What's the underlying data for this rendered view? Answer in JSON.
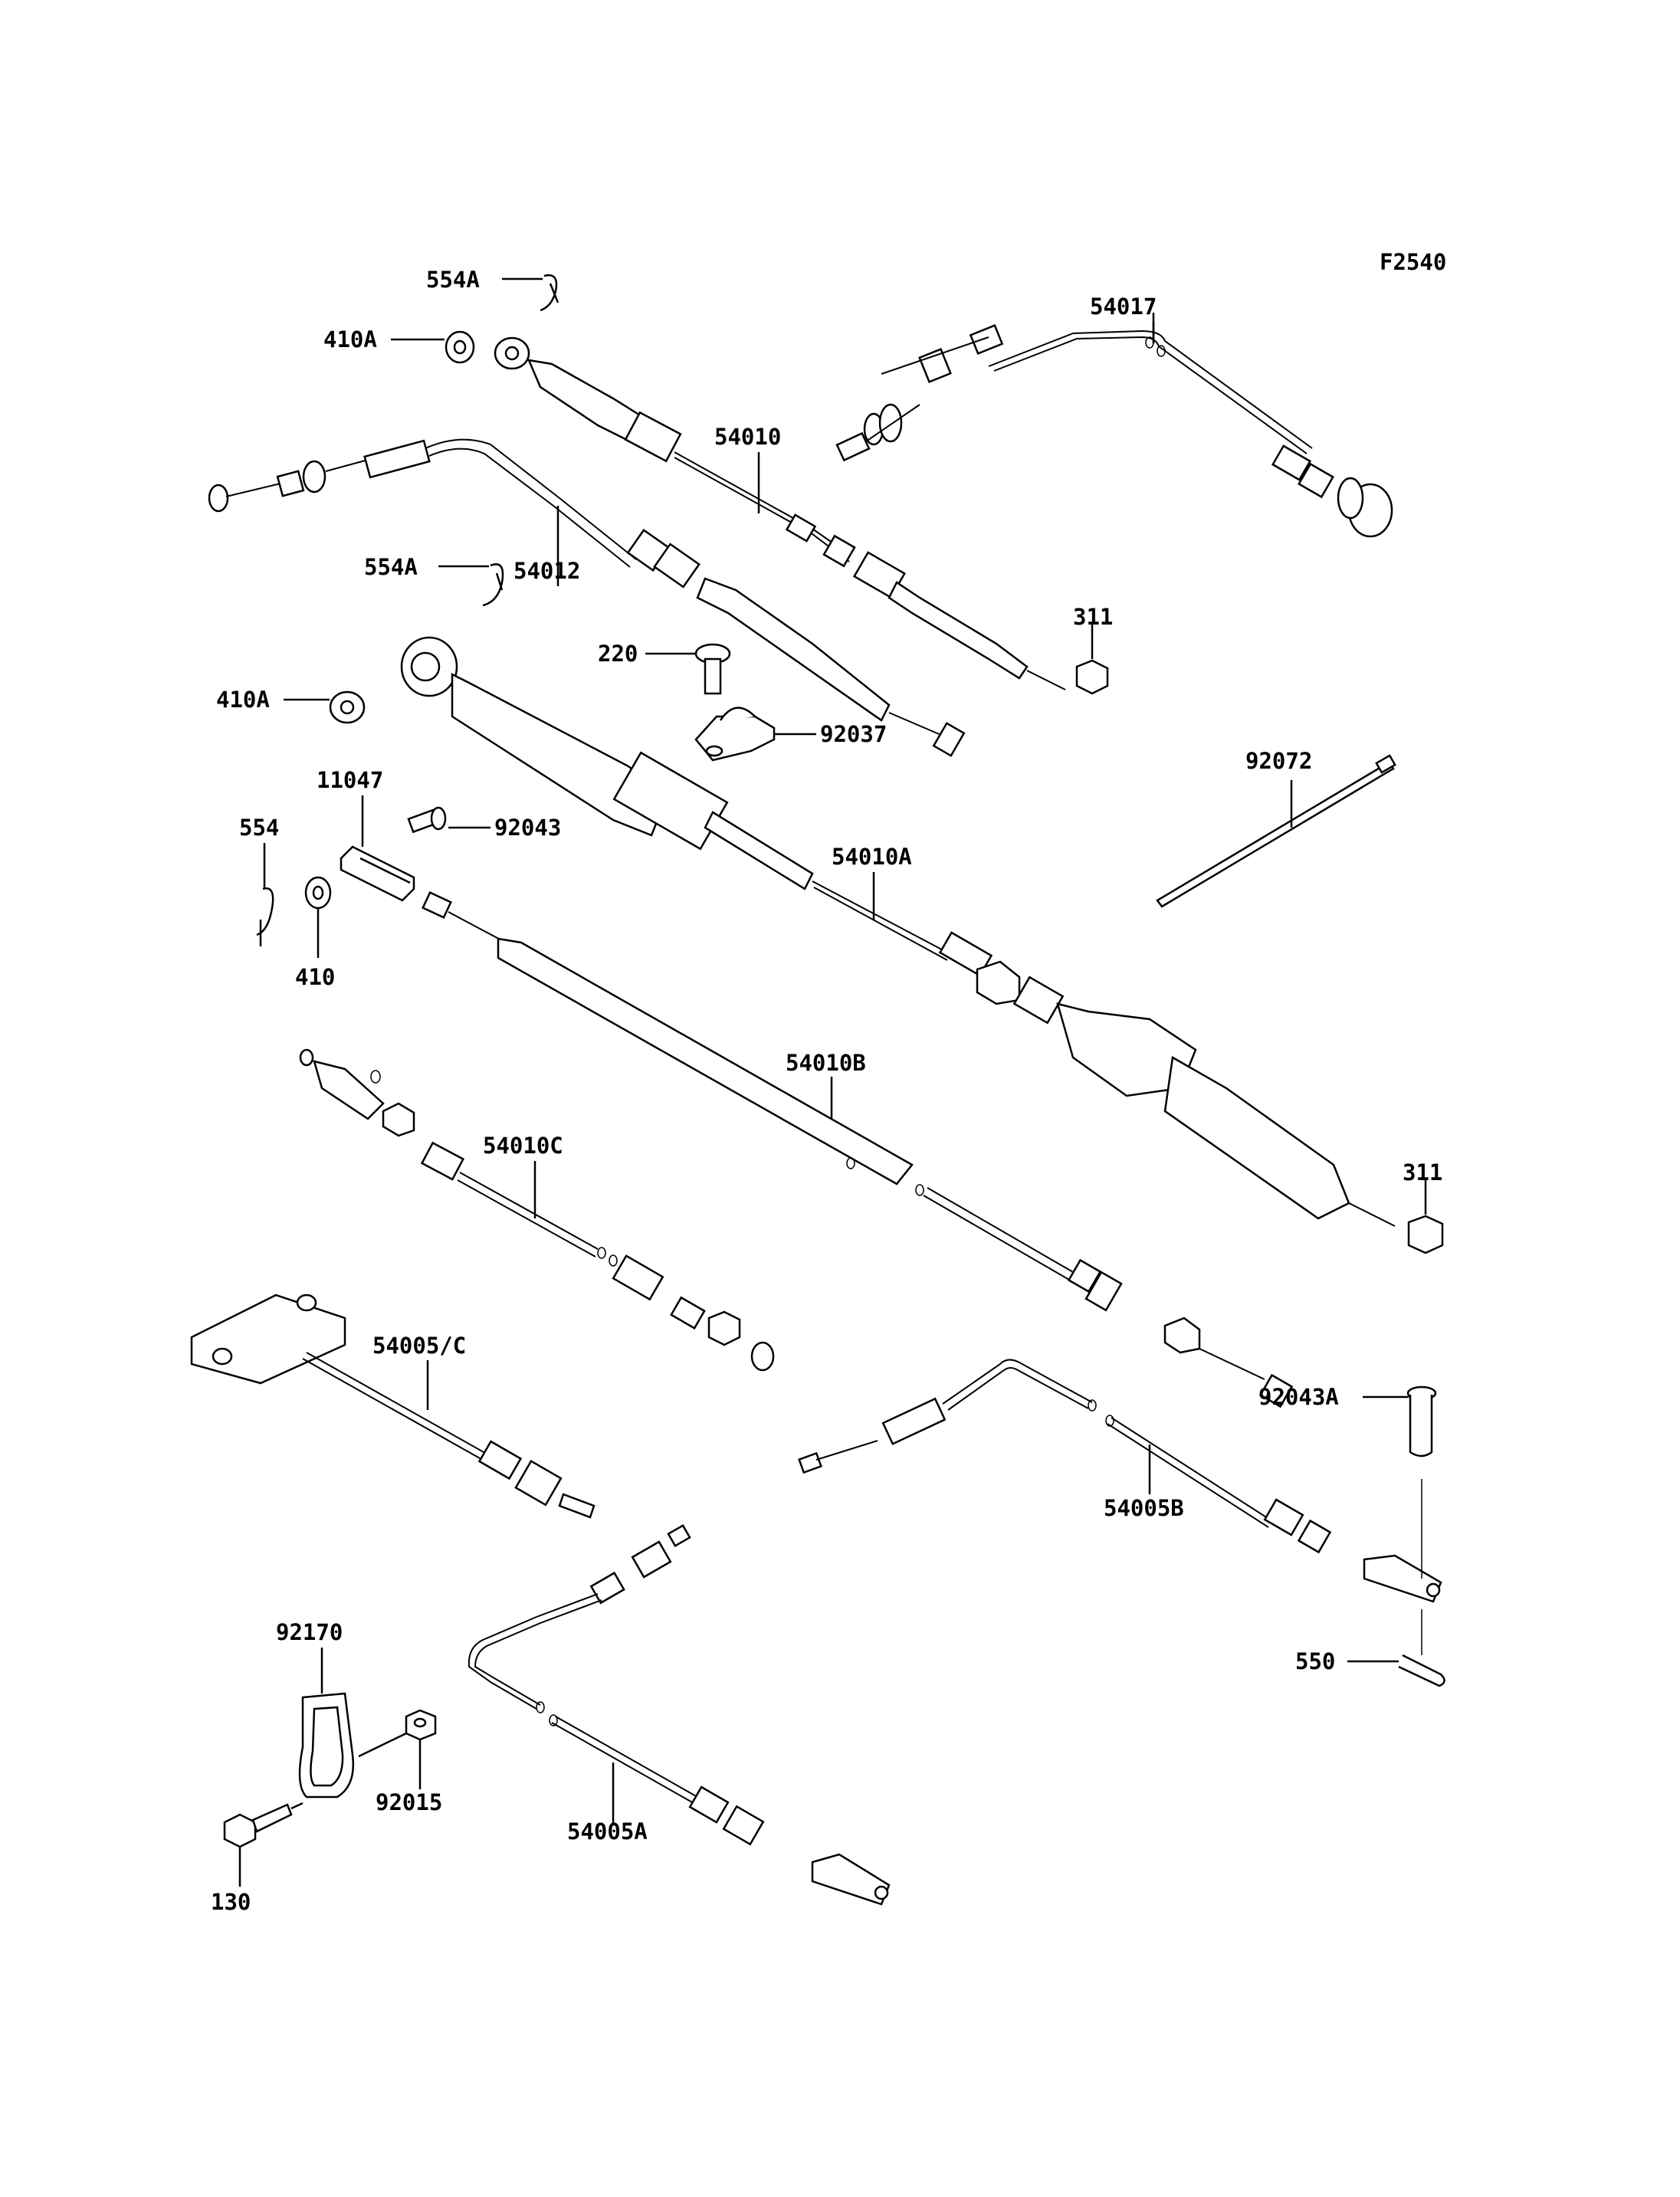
{
  "figure_code": "F2540",
  "labels": {
    "p54017": "54017",
    "p554A_top": "554A",
    "p410A_top": "410A",
    "p54010": "54010",
    "p554A_mid": "554A",
    "p54012": "54012",
    "p311_top": "311",
    "p220": "220",
    "p92037": "92037",
    "p410A_mid": "410A",
    "p92072": "92072",
    "p11047": "11047",
    "p92043": "92043",
    "p554": "554",
    "p54010A": "54010A",
    "p410": "410",
    "p54010B": "54010B",
    "p54010C": "54010C",
    "p311_bot": "311",
    "p54005C": "54005/C",
    "p92043A": "92043A",
    "p54005B": "54005B",
    "p550": "550",
    "p92170": "92170",
    "p92015": "92015",
    "p130": "130",
    "p54005A": "54005A"
  }
}
